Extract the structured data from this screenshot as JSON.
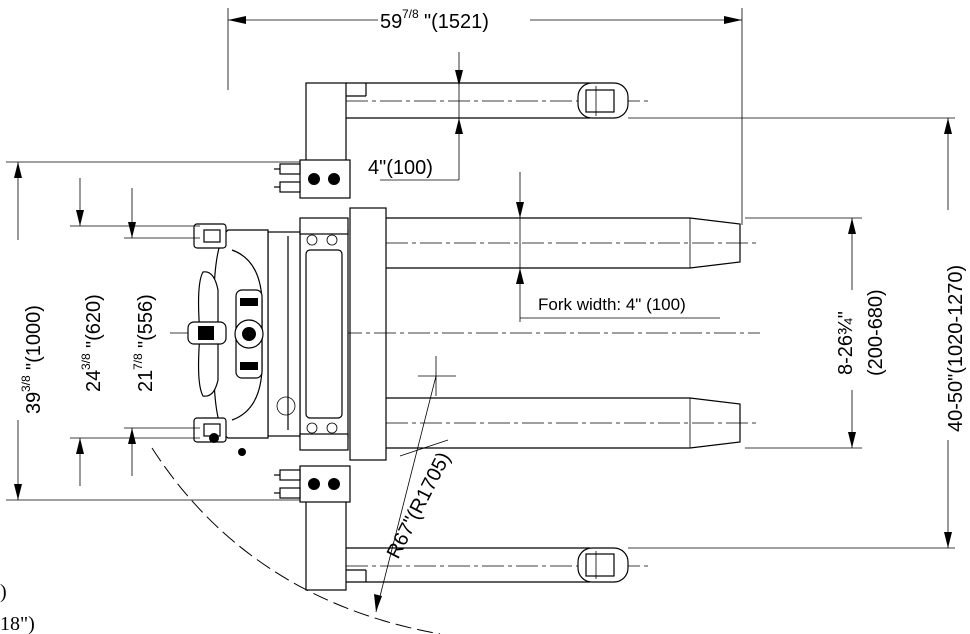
{
  "dimensions": {
    "overall_length": {
      "main": "59",
      "fraction": "7/8",
      "metric": "\"(1521)"
    },
    "leg_width": "4\"(100)",
    "fork_width": "Fork width: 4\" (100)",
    "fork_spread": {
      "line1": "8-26¾\"",
      "line2": "(200-680)"
    },
    "outer_width": "40-50\"(1020-1270)",
    "overall_width": {
      "main": "39",
      "fraction": "3/8",
      "metric": "\"(1000)"
    },
    "width_620": {
      "main": "24",
      "fraction": "3/8",
      "metric": "\"(620)"
    },
    "width_556": {
      "main": "21",
      "fraction": "7/8",
      "metric": "\"(556)"
    },
    "turning_radius": "R67\"(R1705)",
    "cutoff_text_1": ")",
    "cutoff_text_2": "18\")"
  },
  "icons": [
    "steering-wheel-icon",
    "bolt-icon"
  ]
}
